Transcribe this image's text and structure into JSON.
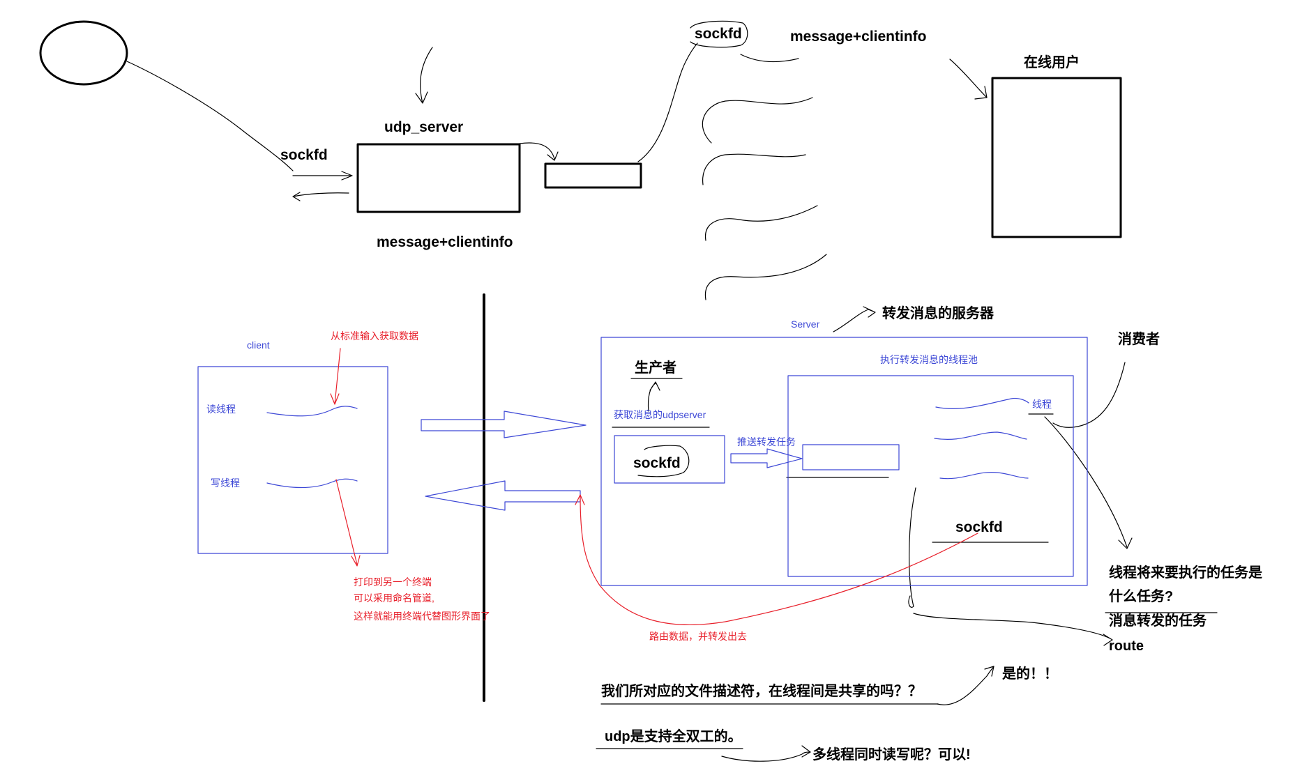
{
  "top": {
    "sockfd_left": "sockfd",
    "udp_server": "udp_server",
    "message_bottom": "message+clientinfo",
    "sockfd_top": "sockfd",
    "message_top": "message+clientinfo",
    "online_users": "在线用户"
  },
  "client": {
    "title": "client",
    "read_thread": "读线程",
    "write_thread": "写线程",
    "stdin_note": "从标准输入获取数据",
    "print_notes": [
      "打印到另一个终端",
      "可以采用命名管道,",
      "这样就能用终端代替图形界面了"
    ]
  },
  "server": {
    "label": "Server",
    "forward_server": "转发消息的服务器",
    "consumer": "消费者",
    "producer": "生产者",
    "get_msg": "获取消息的udpserver",
    "sockfd_inner": "sockfd",
    "push_task": "推送转发任务",
    "pool_title": "执行转发消息的线程池",
    "thread": "线程",
    "sockfd_pool": "sockfd",
    "route_note": "路由数据，并转发出去"
  },
  "notes": {
    "task_q1": "线程将来要执行的任务是",
    "task_q2": "什么任务?",
    "task_answer": "消息转发的任务",
    "route": "route",
    "fd_question": "我们所对应的文件描述符，在线程间是共享的吗？？",
    "fd_answer": "是的！！",
    "udp_duplex": "udp是支持全双工的。",
    "multithread": "多线程同时读写呢？可以!"
  }
}
